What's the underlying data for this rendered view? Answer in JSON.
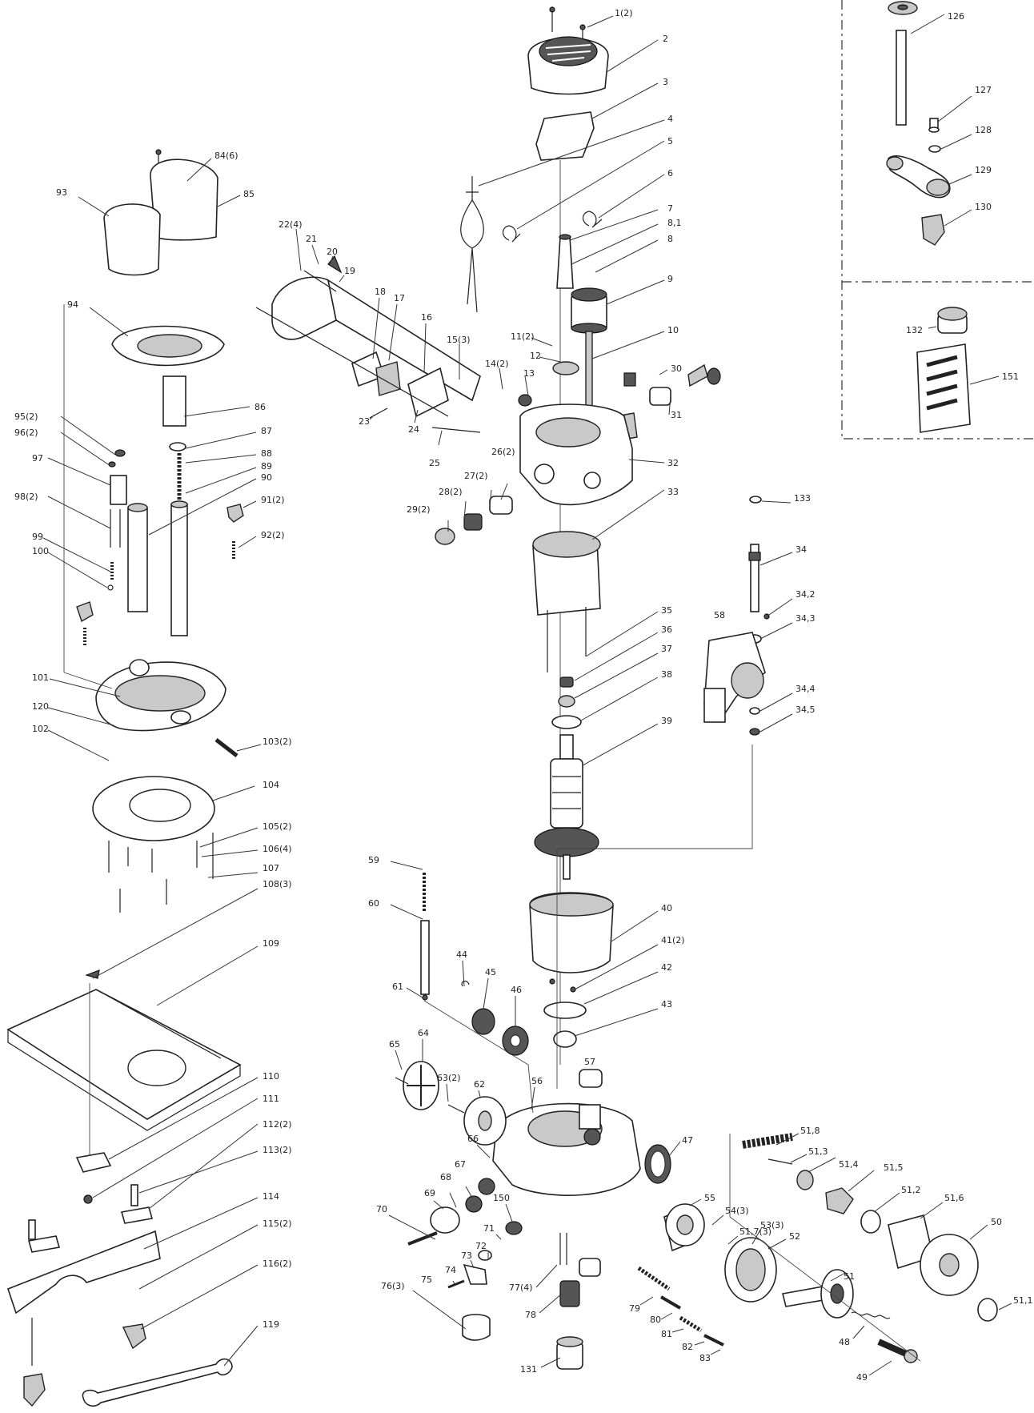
{
  "labels": {
    "l_1_2": "1(2)",
    "l_2": "2",
    "l_3": "3",
    "l_4": "4",
    "l_5": "5",
    "l_6": "6",
    "l_7": "7",
    "l_8_1": "8,1",
    "l_8": "8",
    "l_9": "9",
    "l_10": "10",
    "l_11_2": "11(2)",
    "l_12": "12",
    "l_13": "13",
    "l_14_2": "14(2)",
    "l_15_3": "15(3)",
    "l_16": "16",
    "l_17": "17",
    "l_18": "18",
    "l_19": "19",
    "l_20": "20",
    "l_21": "21",
    "l_22_4": "22(4)",
    "l_23": "23",
    "l_24": "24",
    "l_25": "25",
    "l_26_2": "26(2)",
    "l_27_2": "27(2)",
    "l_28_2": "28(2)",
    "l_29_2": "29(2)",
    "l_30": "30",
    "l_31": "31",
    "l_32": "32",
    "l_33": "33",
    "l_34": "34",
    "l_34_2": "34,2",
    "l_34_3": "34,3",
    "l_34_4": "34,4",
    "l_34_5": "34,5",
    "l_35": "35",
    "l_36": "36",
    "l_37": "37",
    "l_38": "38",
    "l_39": "39",
    "l_40": "40",
    "l_41_2": "41(2)",
    "l_42": "42",
    "l_43": "43",
    "l_44": "44",
    "l_45": "45",
    "l_46": "46",
    "l_47": "47",
    "l_48": "48",
    "l_49": "49",
    "l_50": "50",
    "l_51": "51",
    "l_51_1": "51,1",
    "l_51_2": "51,2",
    "l_51_3": "51,3",
    "l_51_4": "51,4",
    "l_51_5": "51,5",
    "l_51_6": "51,6",
    "l_51_7_3": "51,7(3)",
    "l_51_8": "51,8",
    "l_52": "52",
    "l_53_3": "53(3)",
    "l_54_3": "54(3)",
    "l_55": "55",
    "l_56": "56",
    "l_57": "57",
    "l_58": "58",
    "l_59": "59",
    "l_60": "60",
    "l_61": "61",
    "l_62": "62",
    "l_63_2": "63(2)",
    "l_64": "64",
    "l_65": "65",
    "l_66": "66",
    "l_67": "67",
    "l_68": "68",
    "l_69": "69",
    "l_70": "70",
    "l_71": "71",
    "l_72": "72",
    "l_73": "73",
    "l_74": "74",
    "l_75": "75",
    "l_76_3": "76(3)",
    "l_77_4": "77(4)",
    "l_78": "78",
    "l_79": "79",
    "l_80": "80",
    "l_81": "81",
    "l_82": "82",
    "l_83": "83",
    "l_84_6": "84(6)",
    "l_85": "85",
    "l_86": "86",
    "l_87": "87",
    "l_88": "88",
    "l_89": "89",
    "l_90": "90",
    "l_91_2": "91(2)",
    "l_92_2": "92(2)",
    "l_93": "93",
    "l_94": "94",
    "l_95_2": "95(2)",
    "l_96_2": "96(2)",
    "l_97": "97",
    "l_98_2": "98(2)",
    "l_99": "99",
    "l_100": "100",
    "l_101": "101",
    "l_102": "102",
    "l_103_2": "103(2)",
    "l_104": "104",
    "l_105_2": "105(2)",
    "l_106_4": "106(4)",
    "l_107": "107",
    "l_108_3": "108(3)",
    "l_109": "109",
    "l_110": "110",
    "l_111": "111",
    "l_112_2": "112(2)",
    "l_113_2": "113(2)",
    "l_114": "114",
    "l_115_2": "115(2)",
    "l_116_2": "116(2)",
    "l_119": "119",
    "l_120": "120",
    "l_126": "126",
    "l_127": "127",
    "l_128": "128",
    "l_129": "129",
    "l_130": "130",
    "l_131": "131",
    "l_132": "132",
    "l_133": "133",
    "l_150": "150",
    "l_151": "151"
  }
}
